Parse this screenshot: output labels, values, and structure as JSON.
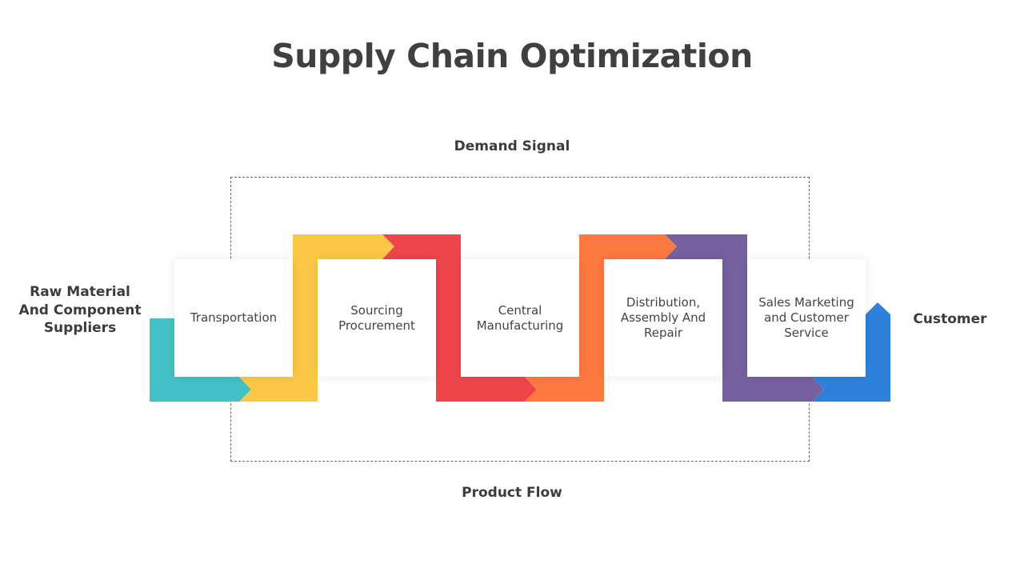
{
  "title": "Supply Chain Optimization",
  "labels": {
    "demand": "Demand Signal",
    "product": "Product Flow",
    "source": "Raw Material And Component Suppliers",
    "customer": "Customer"
  },
  "steps": [
    {
      "label": "Transportation"
    },
    {
      "label": "Sourcing Procurement"
    },
    {
      "label": "Central Manufacturing"
    },
    {
      "label": "Distribution, Assembly And Repair"
    },
    {
      "label": "Sales Marketing and Customer Service"
    }
  ],
  "colors": {
    "teal": "#43C1C6",
    "yellow": "#FCC745",
    "red": "#EE454A",
    "orange": "#FC7A40",
    "purple": "#77609F",
    "blue": "#2E81DA"
  }
}
